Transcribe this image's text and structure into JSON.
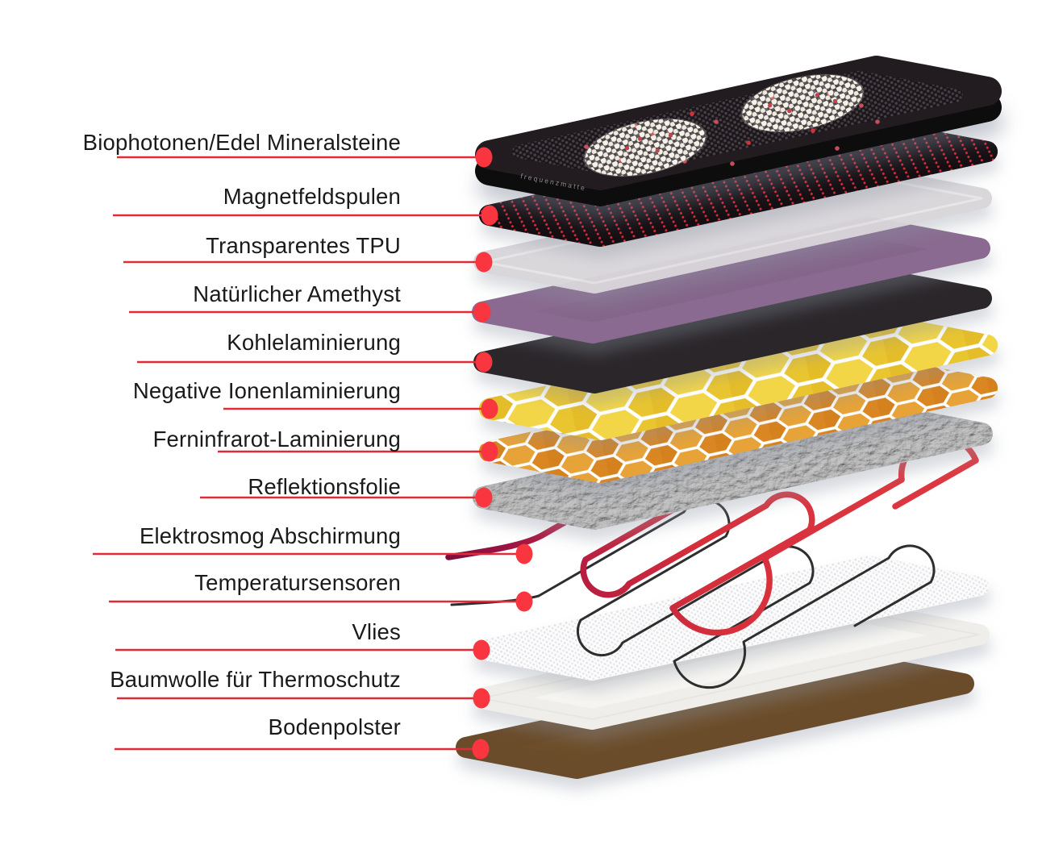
{
  "page": {
    "background": "#ffffff"
  },
  "diagram": {
    "brand_text": "frequenzmatte",
    "connector": {
      "line_color": "#e12b38",
      "dot_color": "#f9353f"
    },
    "layers": [
      {
        "label": "Biophotonen/Edel Mineralsteine",
        "color": "#1c1619"
      },
      {
        "label": "Magnetfeldspulen",
        "color": "#150f13"
      },
      {
        "label": "Transparentes TPU",
        "color": "#d9d6da"
      },
      {
        "label": "Natürlicher Amethyst",
        "color": "#8f7095"
      },
      {
        "label": "Kohlelaminierung",
        "color": "#2b2629"
      },
      {
        "label": "Negative Ionenlaminierung",
        "color": "#ecc937"
      },
      {
        "label": "Ferninfrarot-Laminierung",
        "color": "#dd8e26"
      },
      {
        "label": "Reflektionsfolie",
        "color": "#c5c5c6"
      },
      {
        "label": "Elektrosmog Abschirmung",
        "color": "#d62f3c"
      },
      {
        "label": "Temperatursensoren",
        "color": "#2e2e2e"
      },
      {
        "label": "Vlies",
        "color": "#fcfcfd"
      },
      {
        "label": "Baumwolle für Thermoschutz",
        "color": "#f6f5f2"
      },
      {
        "label": "Bodenpolster",
        "color": "#76552f"
      }
    ]
  }
}
